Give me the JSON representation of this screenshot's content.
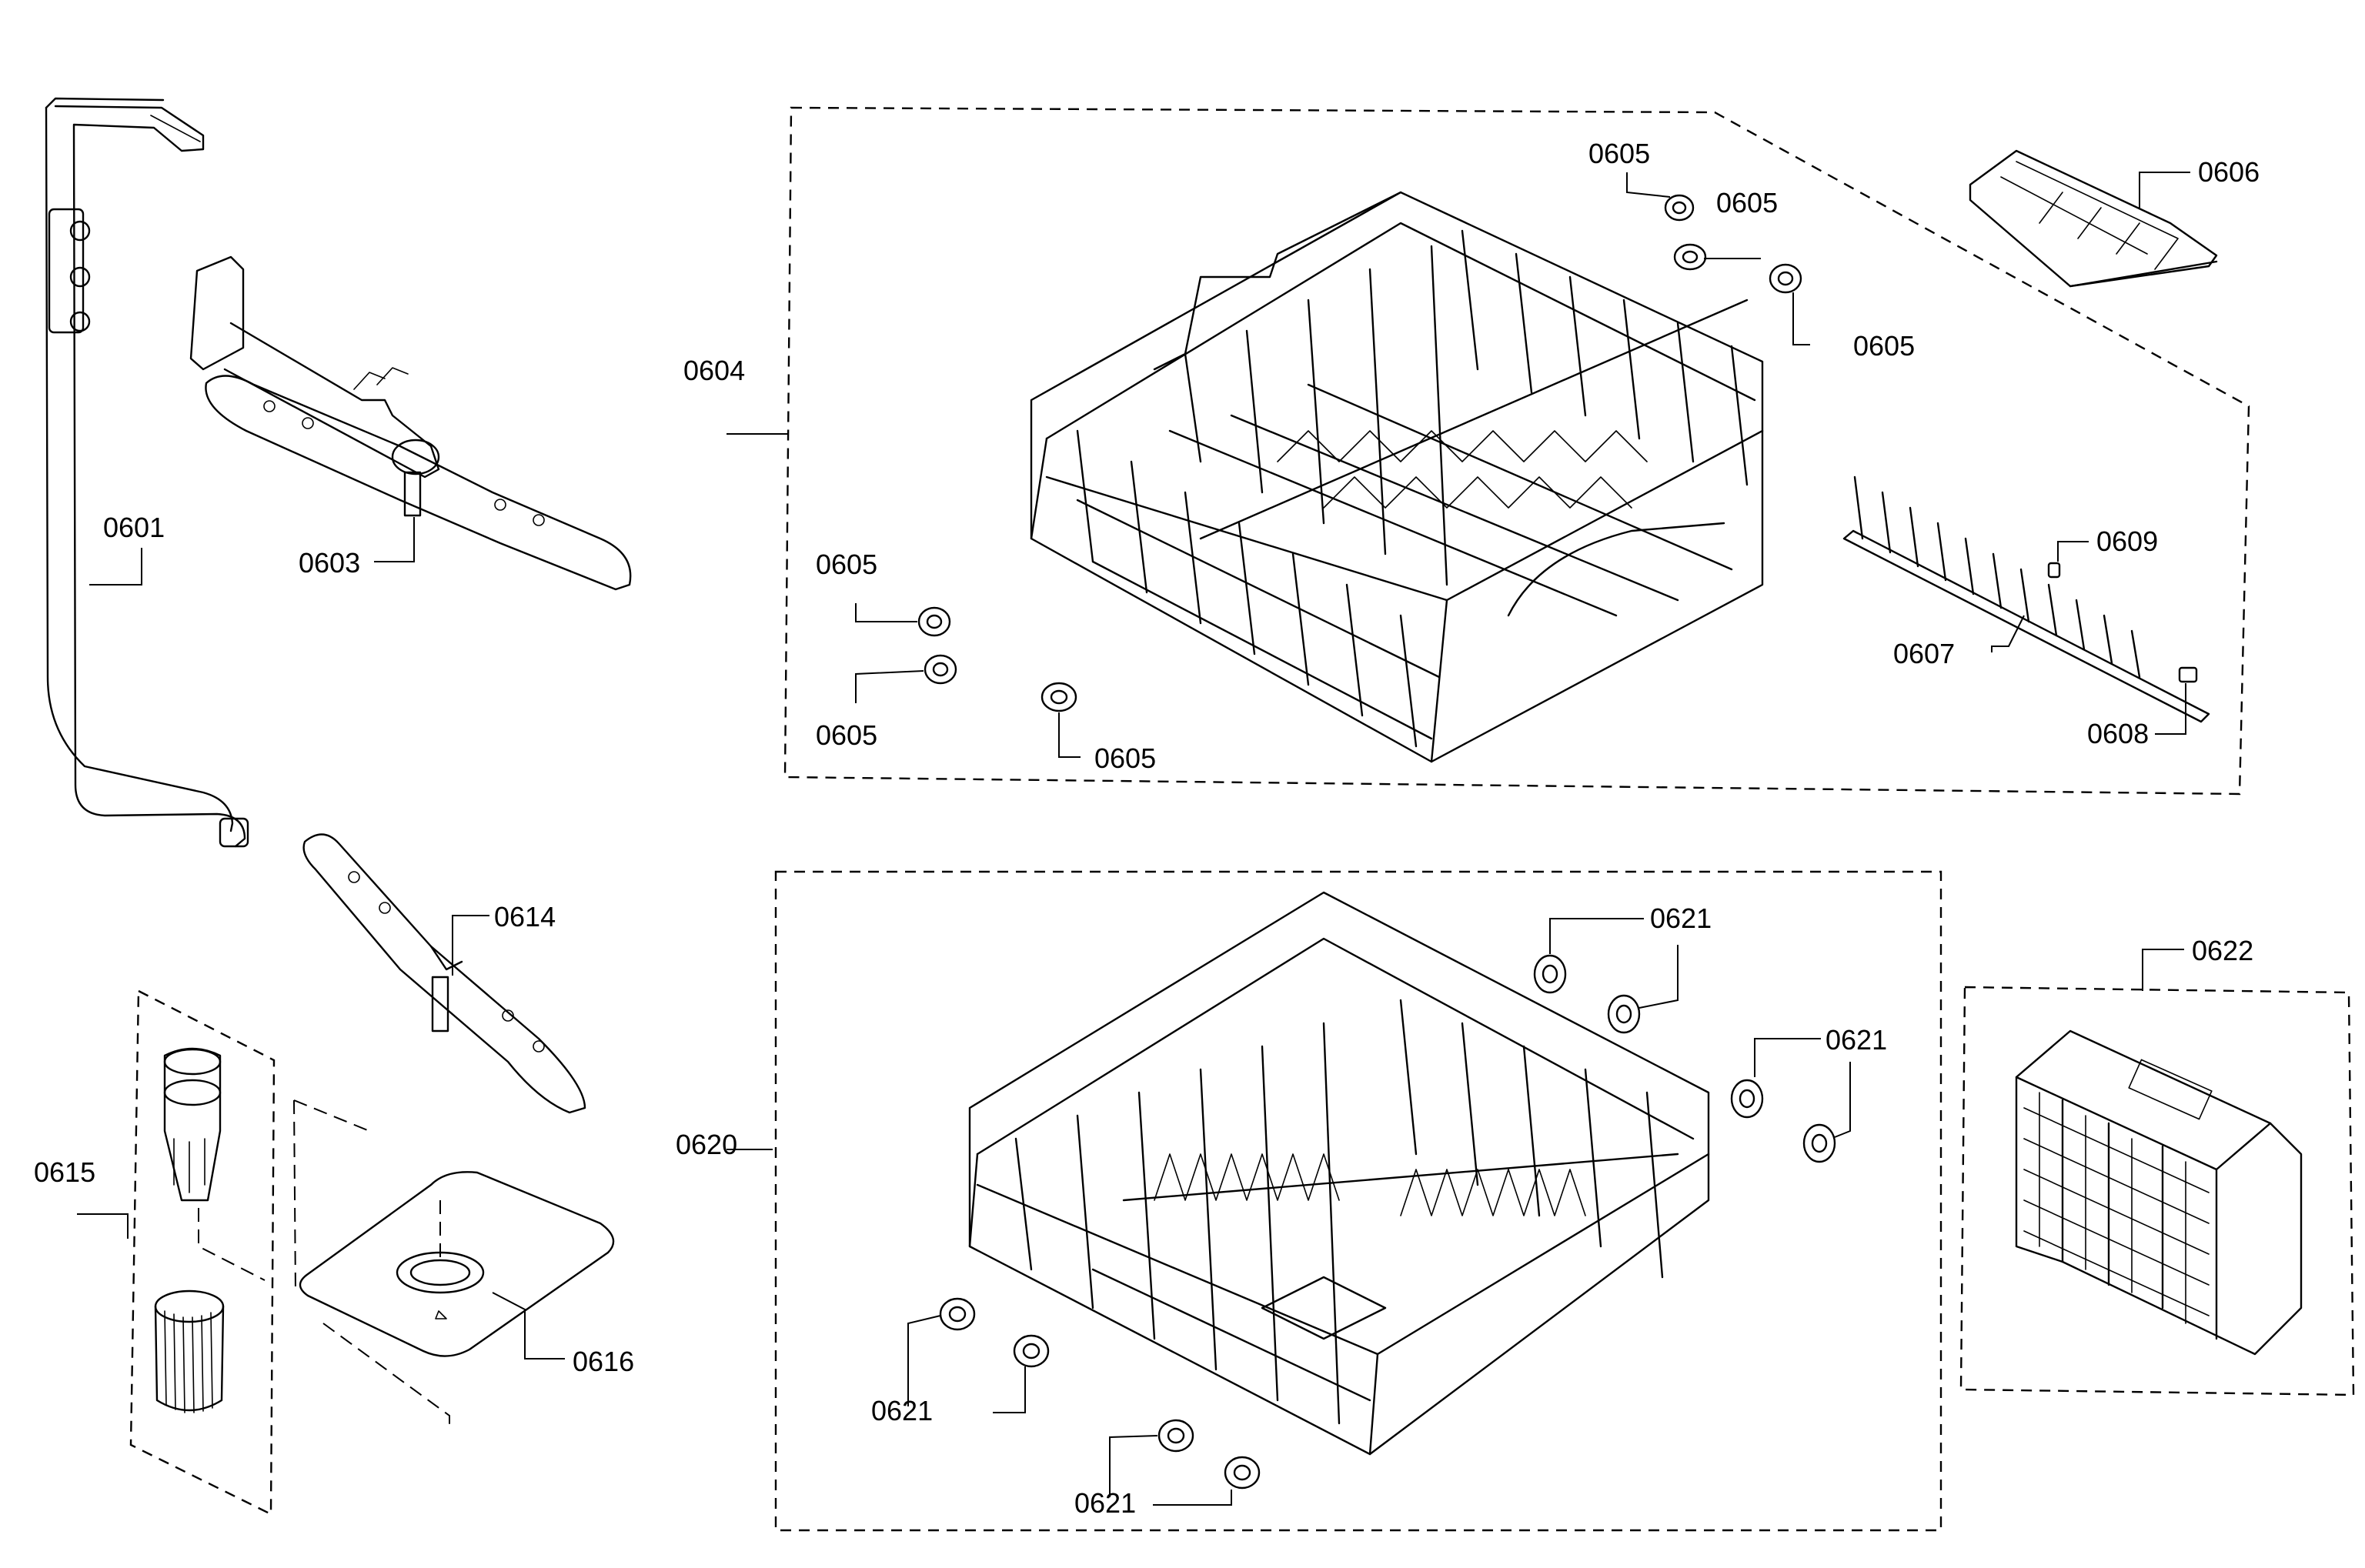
{
  "labels": {
    "l0601": "0601",
    "l0603": "0603",
    "l0604": "0604",
    "l0605_a": "0605",
    "l0605_b": "0605",
    "l0605_c": "0605",
    "l0605_d": "0605",
    "l0605_e": "0605",
    "l0605_f": "0605",
    "l0606": "0606",
    "l0607": "0607",
    "l0608": "0608",
    "l0609": "0609",
    "l0614": "0614",
    "l0615": "0615",
    "l0616": "0616",
    "l0620": "0620",
    "l0621_a": "0621",
    "l0621_b": "0621",
    "l0621_c": "0621",
    "l0621_d": "0621",
    "l0622": "0622"
  }
}
